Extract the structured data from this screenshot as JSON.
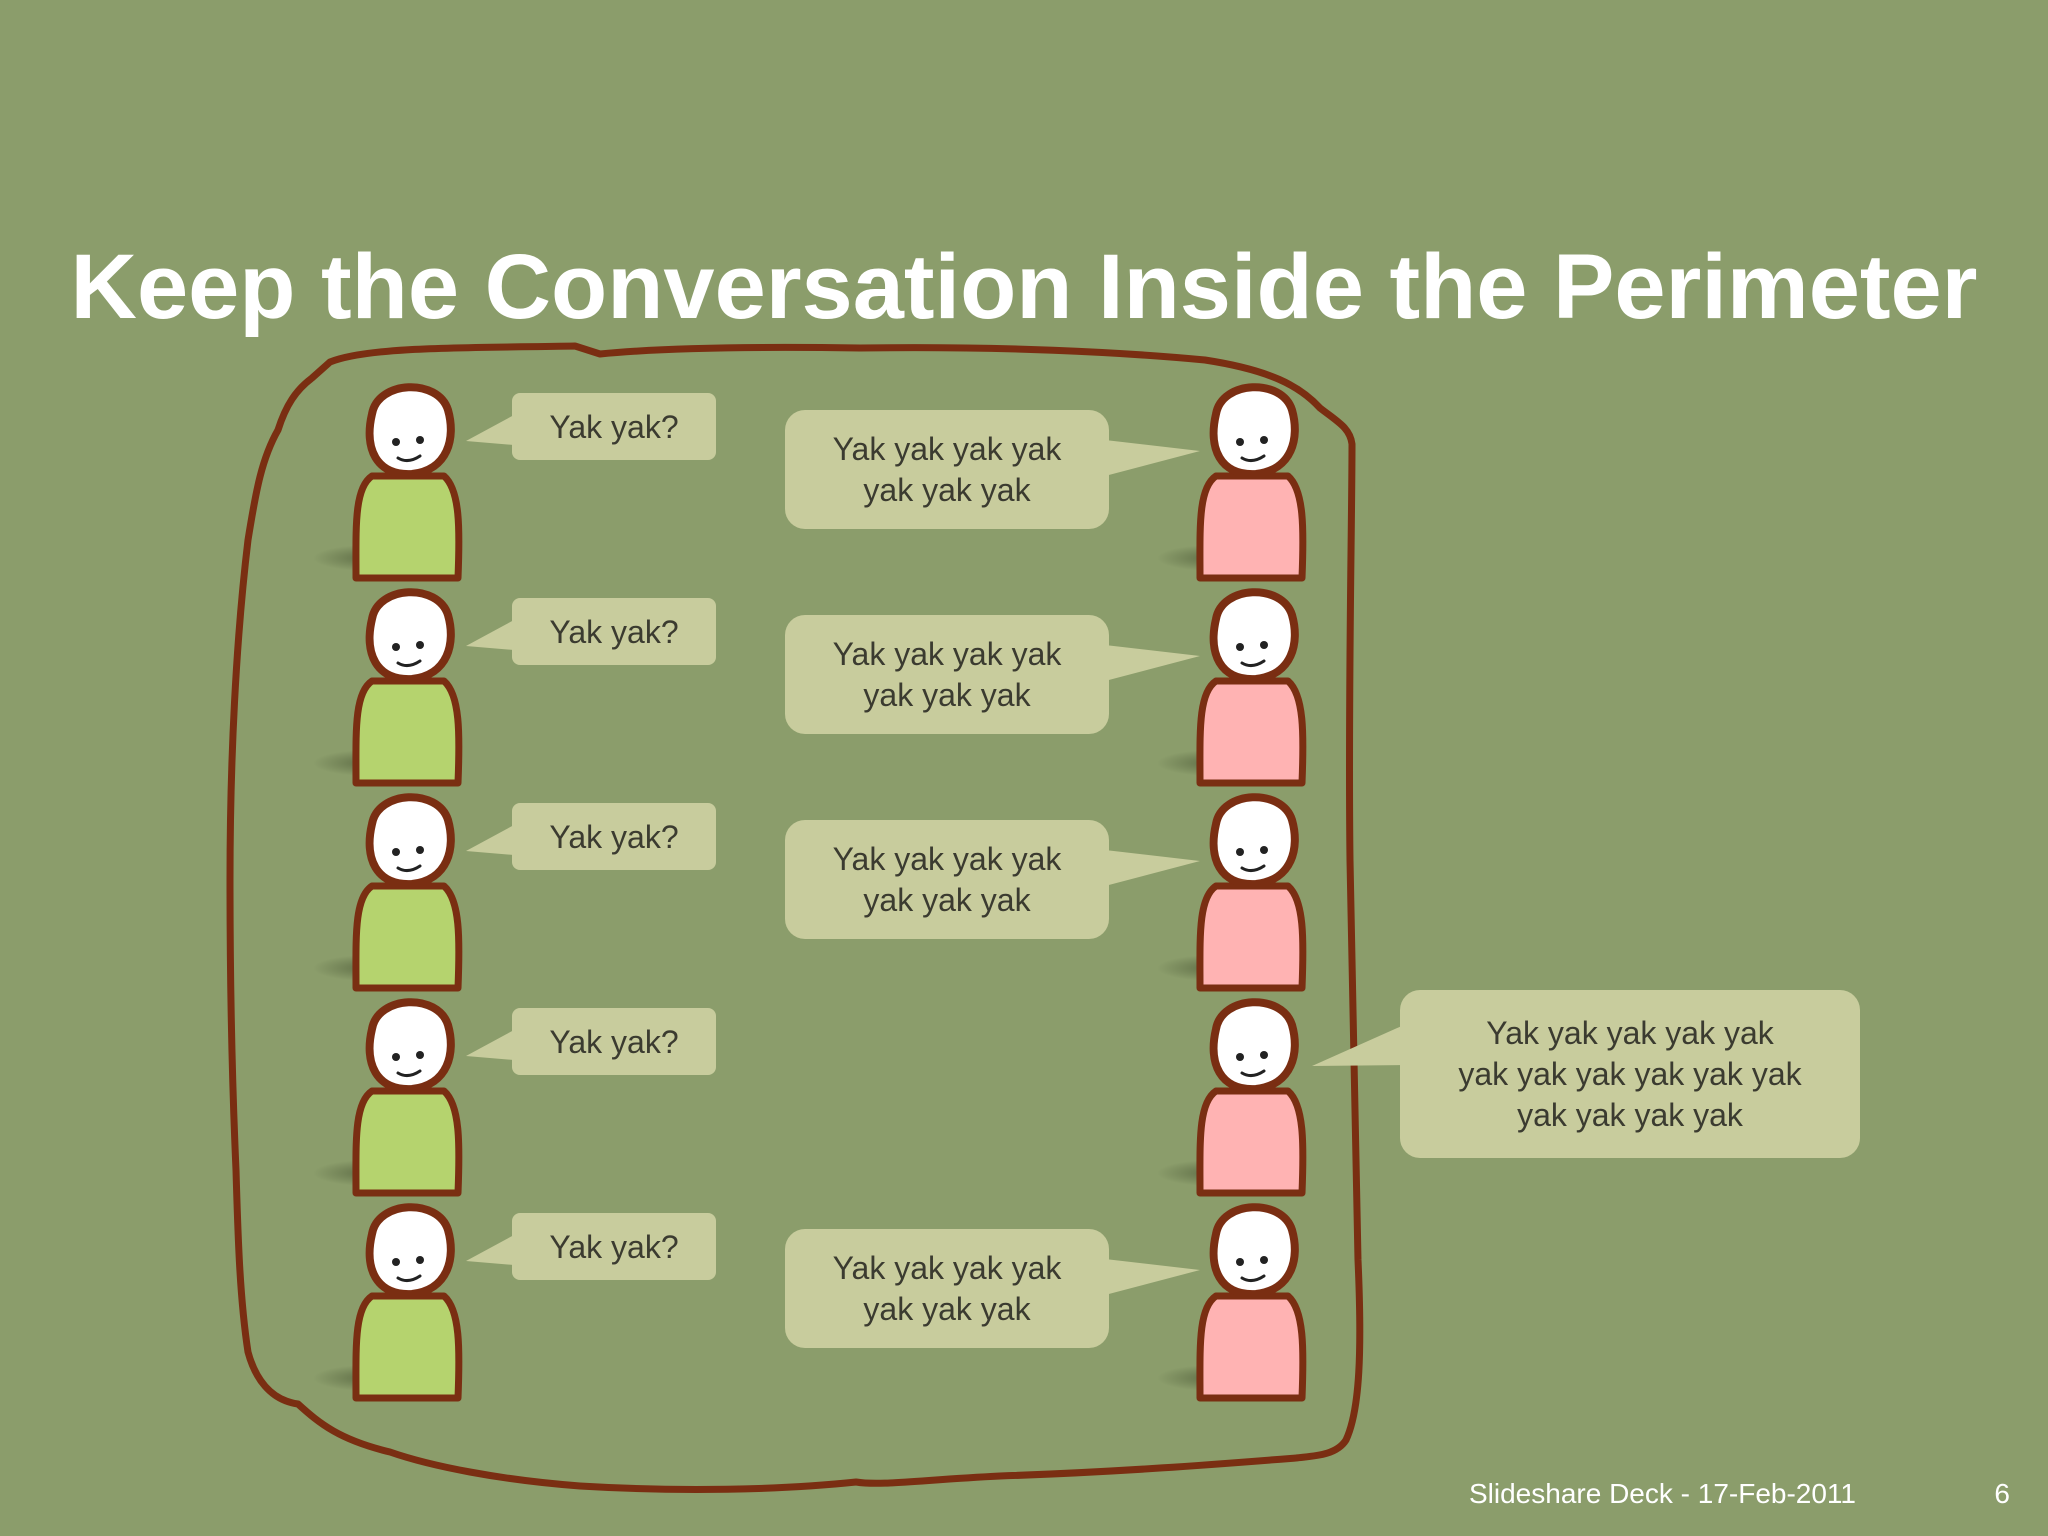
{
  "slide": {
    "title": "Keep the Conversation Inside the Perimeter",
    "footer": "Slideshare Deck - 17-Feb-2011",
    "page_number": "6"
  },
  "colors": {
    "background": "#8b9d6b",
    "perimeter": "#7a2e12",
    "bubble": "#c8cc9d",
    "person_left_body": "#b5d36e",
    "person_right_body": "#ffb3b3",
    "title": "#ffffff"
  },
  "left_people_bubbles": [
    {
      "text": "Yak yak?"
    },
    {
      "text": "Yak yak?"
    },
    {
      "text": "Yak yak?"
    },
    {
      "text": "Yak yak?"
    },
    {
      "text": "Yak yak?"
    }
  ],
  "right_people_bubbles": [
    {
      "lines": [
        "Yak yak yak yak",
        "yak yak yak"
      ]
    },
    {
      "lines": [
        "Yak yak yak yak",
        "yak yak yak"
      ]
    },
    {
      "lines": [
        "Yak yak yak yak",
        "yak yak yak"
      ]
    },
    {
      "lines": [
        "Yak yak yak yak yak",
        "yak yak yak yak yak yak",
        "yak yak yak yak"
      ],
      "outside_perimeter": true
    },
    {
      "lines": [
        "Yak yak yak yak",
        "yak yak yak"
      ]
    }
  ]
}
